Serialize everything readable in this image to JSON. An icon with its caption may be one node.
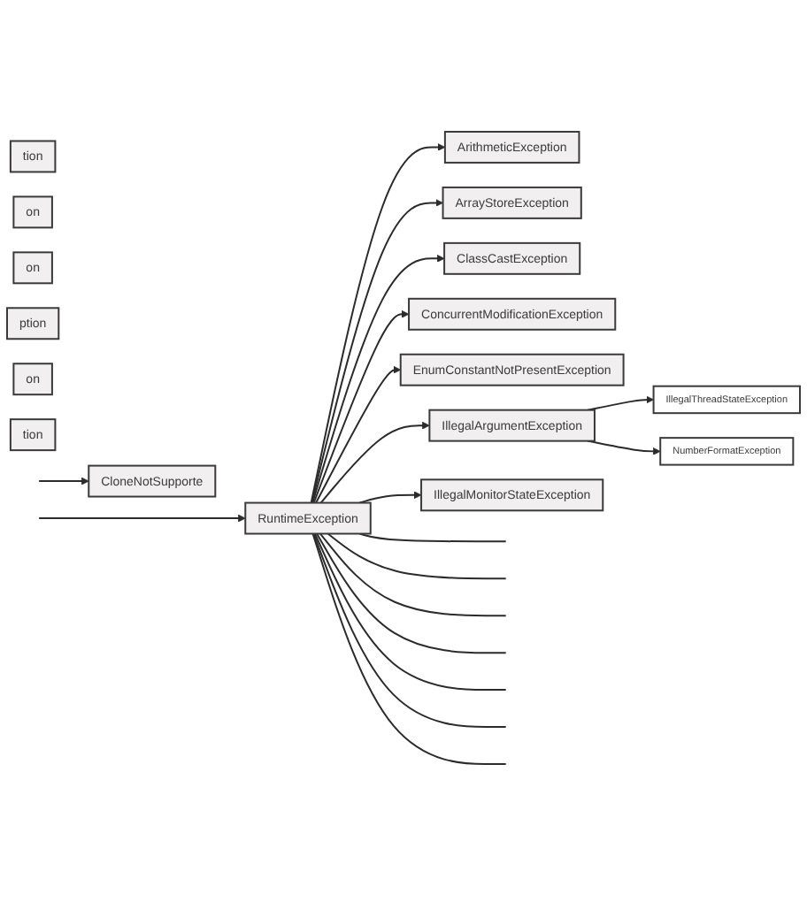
{
  "diagram": {
    "nodes": [
      {
        "text": [
          "RuntimeException"
        ]
      },
      {
        "text": [
          "CloneNotSupporte"
        ]
      },
      {
        "text": [
          "tion"
        ]
      },
      {
        "text": [
          "on"
        ]
      },
      {
        "text": [
          "on"
        ]
      },
      {
        "text": [
          "ption"
        ]
      },
      {
        "text": [
          "on"
        ]
      },
      {
        "text": [
          "tion"
        ]
      },
      {
        "text": [
          "ArithmeticException"
        ]
      },
      {
        "text": [
          "ArrayStoreException"
        ]
      },
      {
        "text": [
          "ClassCastException"
        ]
      },
      {
        "text": [
          "ConcurrentModificationException"
        ]
      },
      {
        "text": [
          "EnumConstantNotPresentException"
        ]
      },
      {
        "text": [
          "IllegalArgumentException"
        ]
      },
      {
        "text": [
          "IllegalThreadStateException"
        ]
      },
      {
        "text": [
          "NumberFormatException"
        ]
      },
      {
        "text": [
          "IllegalMonitorStateException"
        ]
      }
    ],
    "edges": [
      {
        "from": null,
        "to": 0,
        "arrow": "to"
      },
      {
        "from": null,
        "to": 1,
        "arrow": "to"
      },
      {
        "from": 0,
        "to": 8,
        "arrow": "to"
      },
      {
        "from": 0,
        "to": 9,
        "arrow": "to"
      },
      {
        "from": 0,
        "to": 10,
        "arrow": "to"
      },
      {
        "from": 0,
        "to": 11,
        "arrow": "to"
      },
      {
        "from": 0,
        "to": 12,
        "arrow": "to"
      },
      {
        "from": 0,
        "to": 13,
        "arrow": "to"
      },
      {
        "from": 13,
        "to": 14,
        "arrow": "to"
      },
      {
        "from": 13,
        "to": 15,
        "arrow": "to"
      },
      {
        "from": 0,
        "to": 16,
        "arrow": "to"
      },
      {
        "from": 0,
        "to": null,
        "arrow": "none"
      },
      {
        "from": 0,
        "to": null,
        "arrow": "none"
      },
      {
        "from": 0,
        "to": null,
        "arrow": "none"
      },
      {
        "from": 0,
        "to": null,
        "arrow": "none"
      },
      {
        "from": 0,
        "to": null,
        "arrow": "none"
      },
      {
        "from": 0,
        "to": null,
        "arrow": "none"
      },
      {
        "from": 0,
        "to": null,
        "arrow": "none"
      }
    ]
  }
}
